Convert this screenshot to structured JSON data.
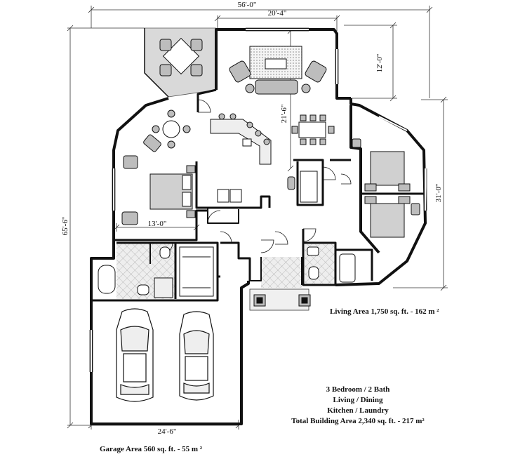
{
  "dimensions": {
    "overall_width": "56'-0\"",
    "living_width": "20'-4\"",
    "living_depth": "12'-0\"",
    "overall_depth": "65'-6\"",
    "central_depth": "21'-6\"",
    "right_wing_depth": "31'-0\"",
    "bedroom_width": "13'-0\"",
    "garage_width": "24'-6\""
  },
  "areas": {
    "living_area": "Living Area 1,750 sq. ft. - 162 m ²",
    "garage_area": "Garage Area 560 sq. ft. - 55 m ²"
  },
  "summary": {
    "bed_bath": "3 Bedroom / 2 Bath",
    "living_dining": "Living  / Dining",
    "kitchen_laundry": "Kitchen / Laundry",
    "total_area": "Total Building Area 2,340 sq. ft. - 217 m²"
  },
  "colors": {
    "wall": "#111111",
    "patio_fill": "#d9d9d9",
    "tile_fill": "#e6e6e6",
    "furniture_fill": "#bdbdbd"
  }
}
